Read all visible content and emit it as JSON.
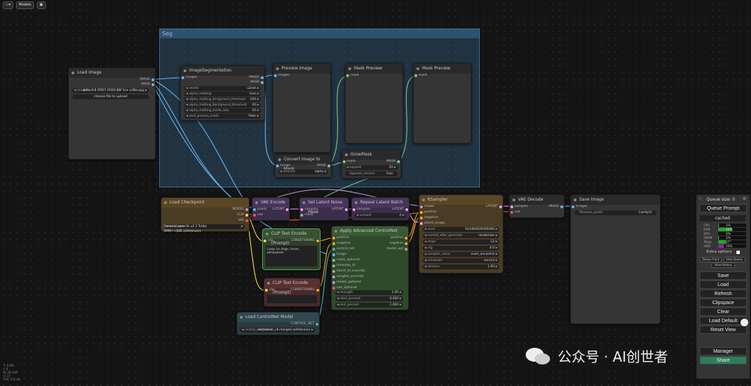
{
  "topbar": {
    "folder_label": "▾",
    "models_label": "Models",
    "icon": "window-icon"
  },
  "group": {
    "title": "Seg"
  },
  "nodes": {
    "load_image": {
      "title": "Load Image",
      "out_image": "IMAGE",
      "out_mask": "MASK",
      "image_value": "fe8bcfc8 0f567 0565c88f 5ee cc8be.jpg",
      "image_label": "image",
      "upload_label": "choose file to upload"
    },
    "image_seg": {
      "title": "ImageSegmentation",
      "in_images": "images",
      "out_image": "IMAGE",
      "out_mask": "MASK",
      "widgets": [
        {
          "label": "model",
          "value": "u2net"
        },
        {
          "label": "alpha_matting",
          "value": "true"
        },
        {
          "label": "alpha_matting_foreground_threshold",
          "value": "240"
        },
        {
          "label": "alpha_matting_background_threshold",
          "value": "20"
        },
        {
          "label": "alpha_matting_erode_size",
          "value": "10"
        },
        {
          "label": "post_process_mask",
          "value": "false"
        }
      ]
    },
    "preview_image": {
      "title": "Preview Image",
      "in_images": "images"
    },
    "mask_preview_1": {
      "title": "Mask Preview",
      "in_mask": "mask"
    },
    "mask_preview_2": {
      "title": "Mask Preview",
      "in_mask": "mask"
    },
    "convert_image_to_mask": {
      "title": "Convert Image to Mask",
      "in_image": "image",
      "out_mask": "MASK",
      "w_label": "channel",
      "w_value": "alpha"
    },
    "grow_mask": {
      "title": "GrowMask",
      "in_mask": "mask",
      "out_mask": "MASK",
      "w1_label": "expand",
      "w1_value": "20",
      "w2_label": "tapered_corners",
      "w2_value": "true"
    },
    "load_checkpoint": {
      "title": "Load Checkpoint",
      "out_model": "MODEL",
      "out_clip": "CLIP",
      "out_vae": "VAE",
      "ckpt_label": "ckpt_name",
      "ckpt_value": "Dreamshaper XL v2.1 Turbo DPM++SDE.safetensors"
    },
    "vae_encode": {
      "title": "VAE Encode",
      "in_pixels": "pixels",
      "in_vae": "vae",
      "out_latent": "LATENT"
    },
    "set_latent_noise_mask": {
      "title": "Set Latent Noise Mask",
      "in_samples": "samples",
      "in_mask": "mask",
      "out_latent": "LATENT"
    },
    "repeat_latent_batch": {
      "title": "Repeat Latent Batch",
      "in_samples": "samples",
      "out_latent": "LATENT",
      "w_label": "amount",
      "w_value": "4"
    },
    "ksampler": {
      "title": "KSampler",
      "in": [
        "model",
        "positive",
        "negative",
        "latent_image"
      ],
      "out_latent": "LATENT",
      "widgets": [
        {
          "label": "seed",
          "value": "813464836569360"
        },
        {
          "label": "control_after_generate",
          "value": "randomize"
        },
        {
          "label": "steps",
          "value": "12"
        },
        {
          "label": "cfg",
          "value": "4.0"
        },
        {
          "label": "sampler_name",
          "value": "euler_ancestral"
        },
        {
          "label": "scheduler",
          "value": "normal"
        },
        {
          "label": "denoise",
          "value": "1.00"
        }
      ]
    },
    "vae_decode": {
      "title": "VAE Decode",
      "in_samples": "samples",
      "in_vae": "vae",
      "out_image": "IMAGE"
    },
    "save_image": {
      "title": "Save Image",
      "in_images": "images",
      "w_label": "filename_prefix",
      "w_value": "ComfyUI"
    },
    "clip_text_pos": {
      "title": "CLIP Text Encode (Prompt)",
      "in_clip": "clip",
      "out_cond": "CONDITIONING",
      "text": "Large ice stage, frozen atmosphere"
    },
    "clip_text_neg": {
      "title": "CLIP Text Encode (Prompt)",
      "in_clip": "clip",
      "out_cond": "CONDITIONING",
      "text": ""
    },
    "apply_controlnet": {
      "title": "Apply Advanced ControlNet",
      "in": [
        "positive",
        "negative",
        "control_net",
        "image",
        "mask_optional",
        "timestep_kf",
        "latent_kf_override",
        "weights_override",
        "model_optional",
        "vae_optional"
      ],
      "out": [
        "positive",
        "negative",
        "model_opt"
      ],
      "widgets": [
        {
          "label": "strength",
          "value": "1.00"
        },
        {
          "label": "start_percent",
          "value": "0.000"
        },
        {
          "label": "end_percent",
          "value": "1.000"
        }
      ]
    },
    "load_controlnet": {
      "title": "Load ControlNet Model",
      "out": "CONTROL_NET",
      "w_label": "control_net_name",
      "w_value": "controlnet_v4-merged.safetensors"
    }
  },
  "queue_panel": {
    "title": "Queue size: 0",
    "queue_prompt": "Queue Prompt",
    "cached": "cached",
    "stats": [
      {
        "label": "CPU",
        "value": "1%",
        "fill": 0.01
      },
      {
        "label": "RAM",
        "value": "50%",
        "fill": 0.5
      },
      {
        "label": "GPU",
        "value": "0%",
        "fill": 0.0
      },
      {
        "label": "VRAM",
        "value": "2%",
        "fill": 0.02
      },
      {
        "label": "Temp",
        "value": "27°",
        "fill": 0.27
      },
      {
        "label": "HDD",
        "value": "20%",
        "fill": 0.2
      }
    ],
    "extra_options": "Extra options",
    "queue_front": "Queue Front",
    "view_queue": "View Queue",
    "view_history": "View History",
    "save": "Save",
    "load": "Load",
    "refresh": "Refresh",
    "clipspace": "Clipspace",
    "clear": "Clear",
    "load_default": "Load Default",
    "reset_view": "Reset View",
    "manager": "Manager",
    "share": "Share"
  },
  "stats_overlay": [
    "T: 0.00s",
    "I: 0",
    "N: 18 [18]",
    "V: 37",
    "FPS: 172.44"
  ],
  "watermark": "公众号 · AI创世者"
}
